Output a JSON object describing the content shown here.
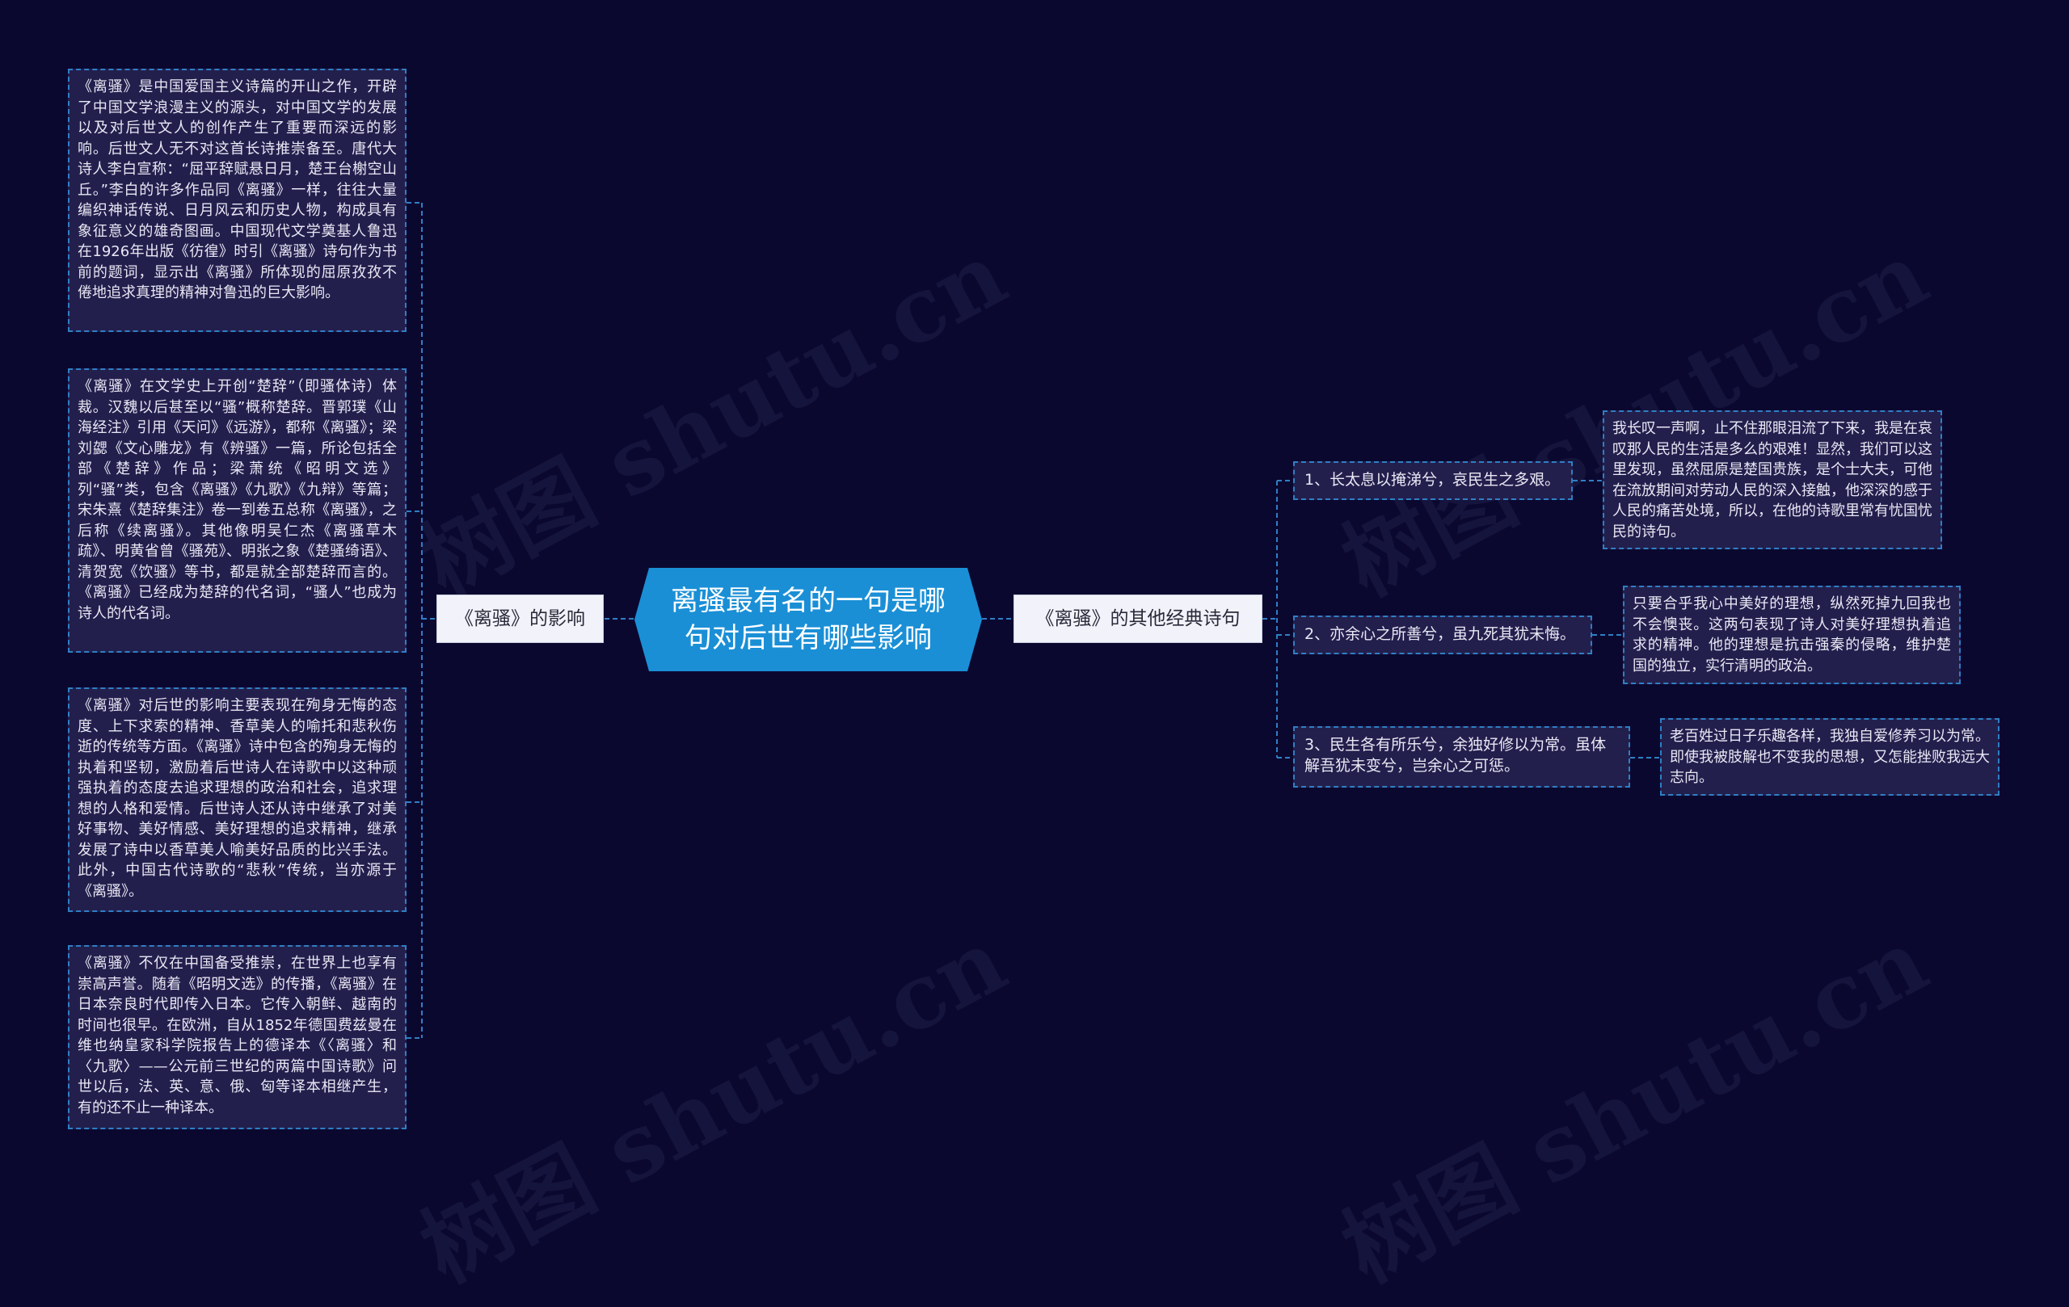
{
  "center": {
    "title": "离骚最有名的一句是哪句对后世有哪些影响"
  },
  "left_branch": {
    "label": "《离骚》的影响"
  },
  "right_branch": {
    "label": "《离骚》的其他经典诗句"
  },
  "left_leaves": [
    "《离骚》是中国爱国主义诗篇的开山之作，开辟了中国文学浪漫主义的源头，对中国文学的发展以及对后世文人的创作产生了重要而深远的影响。后世文人无不对这首长诗推崇备至。唐代大诗人李白宣称：“屈平辞赋悬日月，楚王台榭空山丘。”李白的许多作品同《离骚》一样，往往大量编织神话传说、日月风云和历史人物，构成具有象征意义的雄奇图画。中国现代文学奠基人鲁迅在1926年出版《彷徨》时引《离骚》诗句作为书前的题词，显示出《离骚》所体现的屈原孜孜不倦地追求真理的精神对鲁迅的巨大影响。",
    "《离骚》在文学史上开创“楚辞”（即骚体诗）体裁。汉魏以后甚至以“骚”概称楚辞。晋郭璞《山海经注》引用《天问》《远游》，都称《离骚》；梁刘勰《文心雕龙》有《辨骚》一篇，所论包括全部《楚辞》作品；梁萧统《昭明文选》列“骚”类，包含《离骚》《九歌》《九辩》等篇；宋朱熹《楚辞集注》卷一到卷五总称《离骚》，之后称《续离骚》。其他像明吴仁杰《离骚草木疏》、明黄省曾《骚苑》、明张之象《楚骚绮语》、清贺宽《饮骚》等书，都是就全部楚辞而言的。《离骚》已经成为楚辞的代名词，“骚人”也成为诗人的代名词。",
    "《离骚》对后世的影响主要表现在殉身无悔的态度、上下求索的精神、香草美人的喻托和悲秋伤逝的传统等方面。《离骚》诗中包含的殉身无悔的执着和坚韧，激励着后世诗人在诗歌中以这种顽强执着的态度去追求理想的政治和社会，追求理想的人格和爱情。后世诗人还从诗中继承了对美好事物、美好情感、美好理想的追求精神，继承发展了诗中以香草美人喻美好品质的比兴手法。此外，中国古代诗歌的“悲秋”传统，当亦源于《离骚》。",
    "《离骚》不仅在中国备受推崇，在世界上也享有崇高声誉。随着《昭明文选》的传播，《离骚》在日本奈良时代即传入日本。它传入朝鲜、越南的时间也很早。在欧洲，自从1852年德国费兹曼在维也纳皇家科学院报告上的德译本《〈离骚〉和〈九歌〉——公元前三世纪的两篇中国诗歌》问世以后，法、英、意、俄、匈等译本相继产生，有的还不止一种译本。"
  ],
  "right_items": [
    {
      "line": "1、长太息以掩涕兮，哀民生之多艰。",
      "note": "我长叹一声啊，止不住那眼泪流了下来，我是在哀叹那人民的生活是多么的艰难！显然，我们可以这里发现，虽然屈原是楚国贵族，是个士大夫，可他在流放期间对劳动人民的深入接触，他深深的感于人民的痛苦处境，所以，在他的诗歌里常有忧国忧民的诗句。"
    },
    {
      "line": "2、亦余心之所善兮，虽九死其犹未悔。",
      "note": "只要合乎我心中美好的理想，纵然死掉九回我也不会懊丧。这两句表现了诗人对美好理想执着追求的精神。他的理想是抗击强秦的侵略，维护楚国的独立，实行清明的政治。"
    },
    {
      "line": "3、民生各有所乐兮，余独好修以为常。虽体解吾犹未变兮，岂余心之可惩。",
      "note": "老百姓过日子乐趣各样，我独自爱修养习以为常。即使我被肢解也不变我的思想，又怎能挫败我远大志向。"
    }
  ],
  "colors": {
    "background": "#0b0830",
    "center": "#1a8fd6",
    "connector": "#2f7fc4",
    "leaf_fill": "#231f4d"
  }
}
